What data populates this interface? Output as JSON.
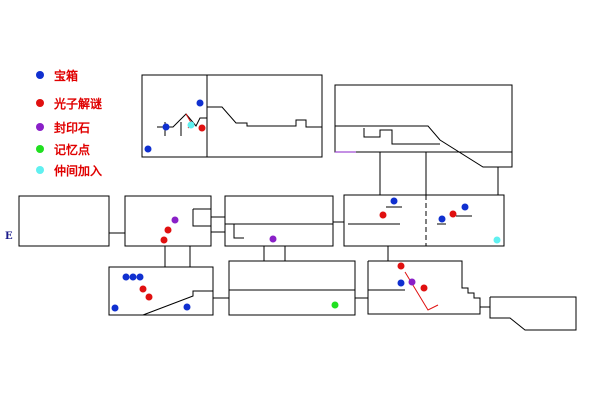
{
  "legend": {
    "items": [
      {
        "label": "宝箱",
        "color": "#1030d0",
        "icon": "treasure-chest-dot"
      },
      {
        "label": "光子解谜",
        "color": "#e01010",
        "icon": "photon-puzzle-dot"
      },
      {
        "label": "封印石",
        "color": "#8a20c8",
        "icon": "seal-stone-dot"
      },
      {
        "label": "记忆点",
        "color": "#20e020",
        "icon": "memory-point-dot"
      },
      {
        "label": "仲间加入",
        "color": "#60f0f0",
        "icon": "companion-join-dot"
      }
    ]
  },
  "map": {
    "entrance_label": "E",
    "wall_color": "#000000",
    "puzzle_line_color": "#e01010"
  }
}
